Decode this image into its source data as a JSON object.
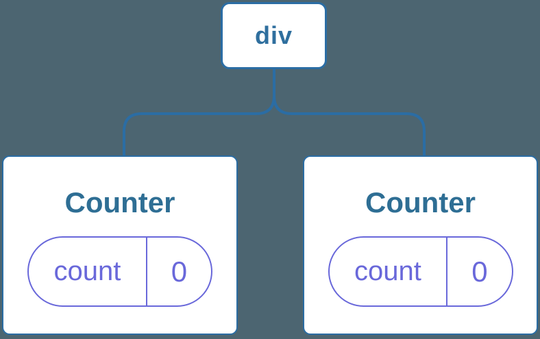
{
  "diagram": {
    "background_color": "#4c6571",
    "line_color": "#2b6da4",
    "node_fill_color": "#ffffff",
    "root_label_color": "#2f6f9e",
    "title_color": "#2e6e94",
    "state_color": "#6968da",
    "root": {
      "label": "div"
    },
    "children": [
      {
        "title": "Counter",
        "state": {
          "key": "count",
          "value": "0"
        }
      },
      {
        "title": "Counter",
        "state": {
          "key": "count",
          "value": "0"
        }
      }
    ]
  }
}
